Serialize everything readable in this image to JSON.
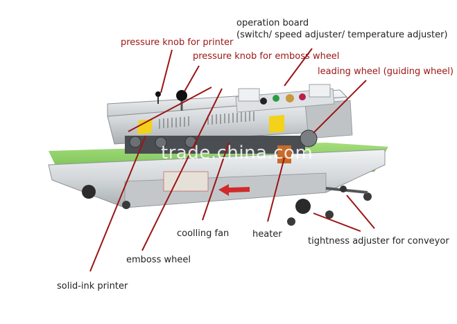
{
  "labels": {
    "operation_board_title": "operation board",
    "operation_board_detail": "(switch/ speed adjuster/ temperature adjuster)",
    "pressure_knob_printer": "pressure knob for printer",
    "pressure_knob_emboss": "pressure knob for emboss wheel",
    "leading_wheel": "leading wheel (guiding wheel)",
    "coolling_fan": "coolling fan",
    "heater": "heater",
    "tightness_adjuster": "tightness adjuster for conveyor",
    "emboss_wheel": "emboss wheel",
    "solid_ink_printer": "solid-ink printer"
  },
  "watermark": "trade.china.com",
  "colors": {
    "label_color": "#9b1414",
    "leader_line": "#9b1414",
    "machine_body": "#cfd3d6",
    "conveyor": "#8fd06a"
  }
}
